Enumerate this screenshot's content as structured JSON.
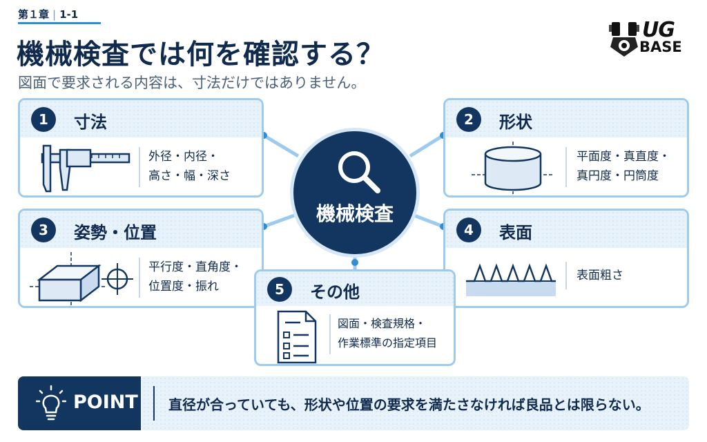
{
  "header": {
    "chapter": "第１章",
    "section": "1-1",
    "title": "機械検査では何を確認する？",
    "subtitle": "図面で要求される内容は、寸法だけではありません。"
  },
  "logo": {
    "line1": "UG",
    "line2": "BASE"
  },
  "hub": {
    "label": "機械検査",
    "icon": "magnifier-icon"
  },
  "cards": [
    {
      "num": "1",
      "title": "寸法",
      "lines": [
        "外径・内径・",
        "高さ・幅・深さ"
      ],
      "icon": "caliper-icon"
    },
    {
      "num": "2",
      "title": "形状",
      "lines": [
        "平面度・真直度・",
        "真円度・円筒度"
      ],
      "icon": "cylinder-icon"
    },
    {
      "num": "3",
      "title": "姿勢・位置",
      "lines": [
        "平行度・直角度・",
        "位置度・振れ"
      ],
      "icon": "block-crosshair-icon"
    },
    {
      "num": "4",
      "title": "表面",
      "lines": [
        "表面粗さ"
      ],
      "icon": "surface-roughness-icon"
    },
    {
      "num": "5",
      "title": "その他",
      "lines": [
        "図面・検査規格・",
        "作業標準の指定項目"
      ],
      "icon": "checklist-icon"
    }
  ],
  "point": {
    "label": "POINT",
    "text": "直径が合っていても、形状や位置の要求を満たさなければ良品とは限らない。",
    "icon": "lightbulb-icon"
  },
  "colors": {
    "navy": "#12365f",
    "accent": "#2f8fd0",
    "border": "#9ccbef",
    "panel": "#e8f2fb"
  }
}
